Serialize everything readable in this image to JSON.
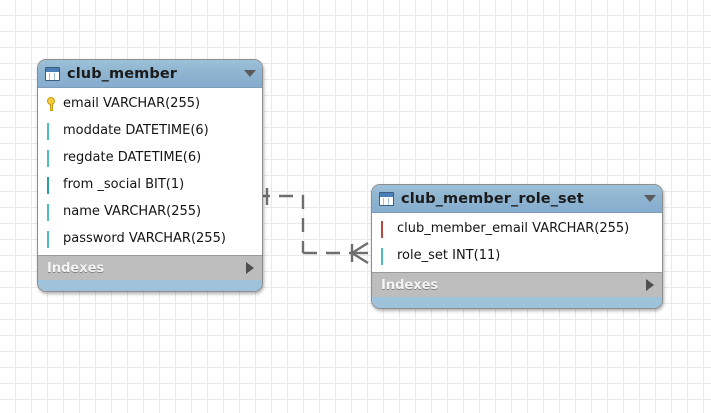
{
  "canvas": {
    "grid_size": 16,
    "grid_color": "#e9e9e9",
    "background": "#ffffff"
  },
  "theme": {
    "header_blue": "#8fb5d0",
    "footer_gray": "#bdbdbd",
    "key_yellow": "#f5cb3e",
    "nullable_cyan": "#4fbcbf",
    "notnull_cyan": "#4ed8de",
    "foreignkey_red": "#e4675a",
    "line_color": "#6e6e6e"
  },
  "tables": [
    {
      "name": "club_member",
      "icon": "table-icon",
      "caret": "chevron-down-icon",
      "footer_label": "Indexes",
      "footer_caret": "chevron-right-icon",
      "columns": [
        {
          "marker": "key-icon",
          "text": "email VARCHAR(255)"
        },
        {
          "marker": "diamond-hollow-icon",
          "text": "moddate DATETIME(6)"
        },
        {
          "marker": "diamond-hollow-icon",
          "text": "regdate DATETIME(6)"
        },
        {
          "marker": "diamond-filled-icon",
          "text": "from _social BIT(1)"
        },
        {
          "marker": "diamond-hollow-icon",
          "text": "name VARCHAR(255)"
        },
        {
          "marker": "diamond-hollow-icon",
          "text": "password VARCHAR(255)"
        }
      ]
    },
    {
      "name": "club_member_role_set",
      "icon": "table-icon",
      "caret": "chevron-down-icon",
      "footer_label": "Indexes",
      "footer_caret": "chevron-right-icon",
      "columns": [
        {
          "marker": "diamond-foreignkey-icon",
          "text": "club_member_email VARCHAR(255)"
        },
        {
          "marker": "diamond-hollow-icon",
          "text": "role_set INT(11)"
        }
      ]
    }
  ],
  "relationship": {
    "style": "dashed",
    "from_table": "club_member",
    "to_table": "club_member_role_set",
    "from_cardinality": "one",
    "to_cardinality": "many"
  }
}
